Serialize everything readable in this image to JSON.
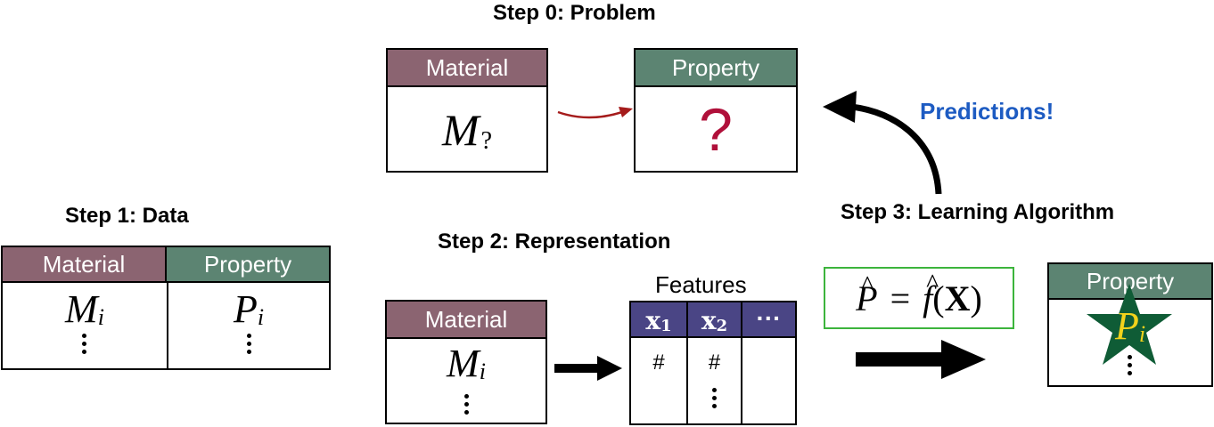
{
  "step0": {
    "title": "Step 0: Problem",
    "material": "Material",
    "property": "Property",
    "material_symbol": "M",
    "material_subscript": "?",
    "property_symbol": "?"
  },
  "step1": {
    "title": "Step 1: Data",
    "material": "Material",
    "property": "Property",
    "material_symbol": "M",
    "material_subscript": "i",
    "property_symbol": "P",
    "property_subscript": "i"
  },
  "step2": {
    "title": "Step 2: Representation",
    "material": "Material",
    "material_symbol": "M",
    "material_subscript": "i",
    "features_label": "Features",
    "feature1": "x",
    "feature1_sub": "1",
    "feature2": "x",
    "feature2_sub": "2",
    "feature_more": "···",
    "cell_hash": "#"
  },
  "step3": {
    "title": "Step 3: Learning Algorithm",
    "predictions": "Predictions!",
    "equation_lhs": "P",
    "equation_eq": "=",
    "equation_f": "f",
    "equation_arg": "X",
    "property": "Property",
    "star_symbol": "P",
    "star_subscript": "i"
  },
  "colors": {
    "material": "#8b6471",
    "property": "#5c8472",
    "features": "#4a4585",
    "question": "#b0103a",
    "predictions": "#1d5bc2",
    "star": "#0f5c36",
    "star_text": "#f2d21b",
    "equation_border": "#3cb43c"
  }
}
